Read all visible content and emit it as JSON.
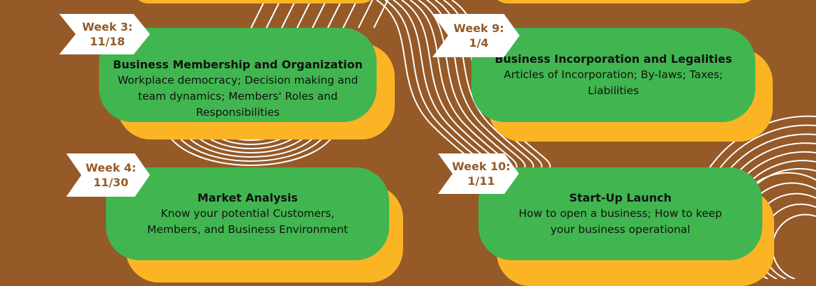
{
  "colors": {
    "background": "#955a28",
    "card": "#41b650",
    "shadow": "#fbb424",
    "flag": "#ffffff",
    "flag_text": "#955a28"
  },
  "sessions": [
    {
      "week": "Week 3:",
      "date": "11/18",
      "title": "Business Membership and Organization",
      "description": "Workplace democracy; Decision making and team dynamics; Members' Roles and Responsibilities"
    },
    {
      "week": "Week 4:",
      "date": "11/30",
      "title": "Market Analysis",
      "description": "Know your potential Customers, Members, and Business Environment"
    },
    {
      "week": "Week 9:",
      "date": "1/4",
      "title": "Business Incorporation and Legalities",
      "description": "Articles of Incorporation; By-laws; Taxes; Liabilities"
    },
    {
      "week": "Week 10:",
      "date": "1/11",
      "title": "Start-Up Launch",
      "description": "How to open a business; How to keep your business operational"
    }
  ]
}
